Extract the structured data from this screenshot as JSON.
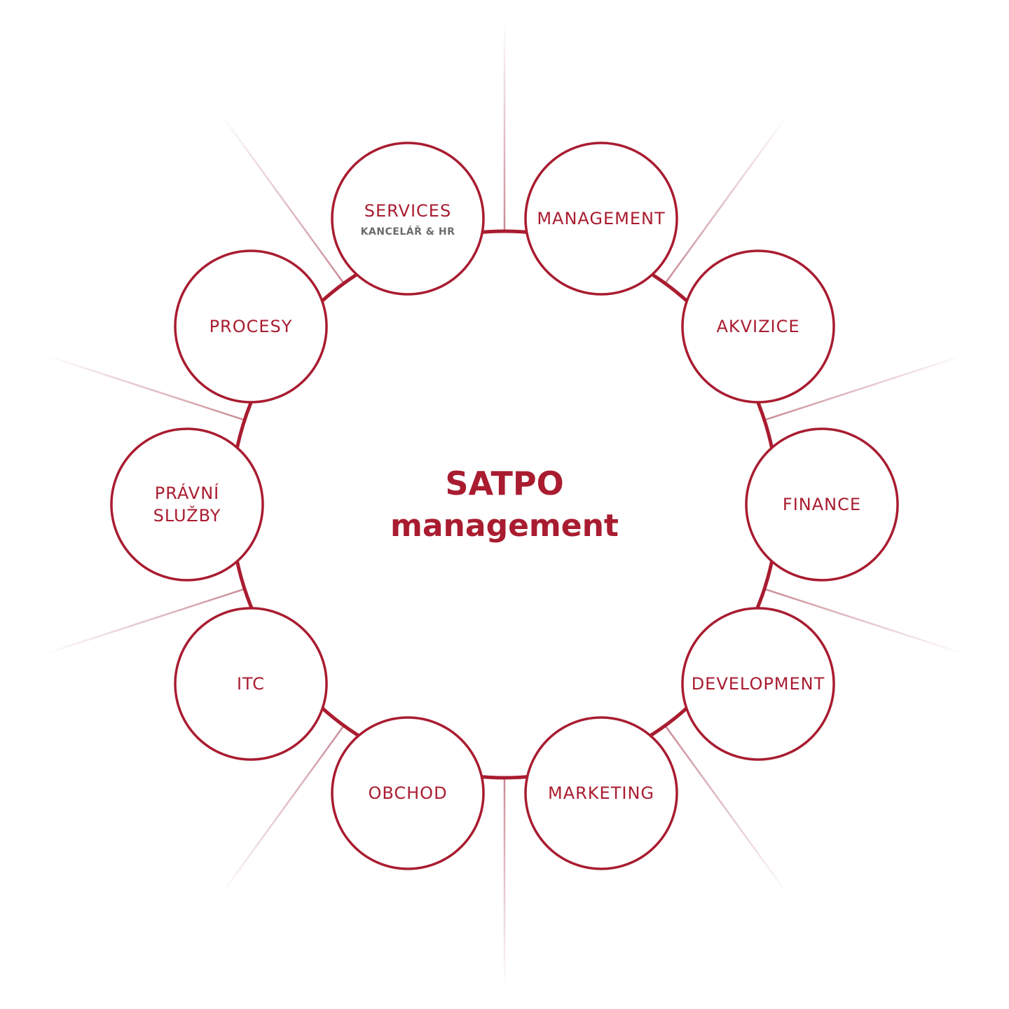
{
  "colors": {
    "accent": "#a91c30",
    "subtext": "#6b6b6b",
    "spoke": "#c98a95"
  },
  "center": {
    "title": "SATPO",
    "subtitle": "management"
  },
  "nodes": [
    {
      "label": "SERVICES",
      "sub": "KANCELÁŘ & HR"
    },
    {
      "label": "MANAGEMENT"
    },
    {
      "label": "AKVIZICE"
    },
    {
      "label": "FINANCE"
    },
    {
      "label": "DEVELOPMENT"
    },
    {
      "label": "MARKETING"
    },
    {
      "label": "OBCHOD"
    },
    {
      "label": "ITC"
    },
    {
      "label": "PRÁVNÍ\nSLUŽBY"
    },
    {
      "label": "PROCESY"
    }
  ]
}
